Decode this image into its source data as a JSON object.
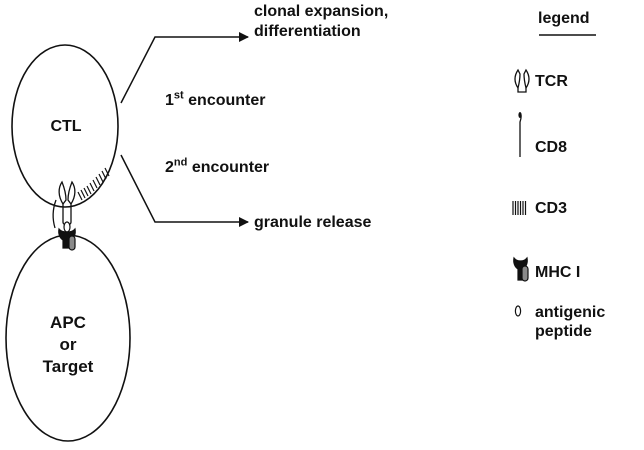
{
  "cells": {
    "ctl": "CTL",
    "apc_line1": "APC",
    "apc_line2": "or",
    "apc_line3": "Target"
  },
  "outcomes": {
    "top_line1": "clonal expansion,",
    "top_line2": "differentiation",
    "bottom": "granule release"
  },
  "encounters": {
    "first_num": "1",
    "first_sup": "st",
    "first_word": "encounter",
    "second_num": "2",
    "second_sup": "nd",
    "second_word": "encounter"
  },
  "legend": {
    "title": "legend",
    "items": [
      {
        "label": "TCR",
        "icon": "tcr-icon"
      },
      {
        "label": "CD8",
        "icon": "cd8-icon"
      },
      {
        "label": "CD3",
        "icon": "cd3-icon"
      },
      {
        "label": "MHC I",
        "icon": "mhc-i-icon"
      },
      {
        "label_line1": "antigenic",
        "label_line2": "peptide",
        "icon": "peptide-icon"
      }
    ]
  },
  "colors": {
    "ink": "#111111",
    "mhc_fill": "#8a8a8a",
    "background": "#ffffff"
  }
}
